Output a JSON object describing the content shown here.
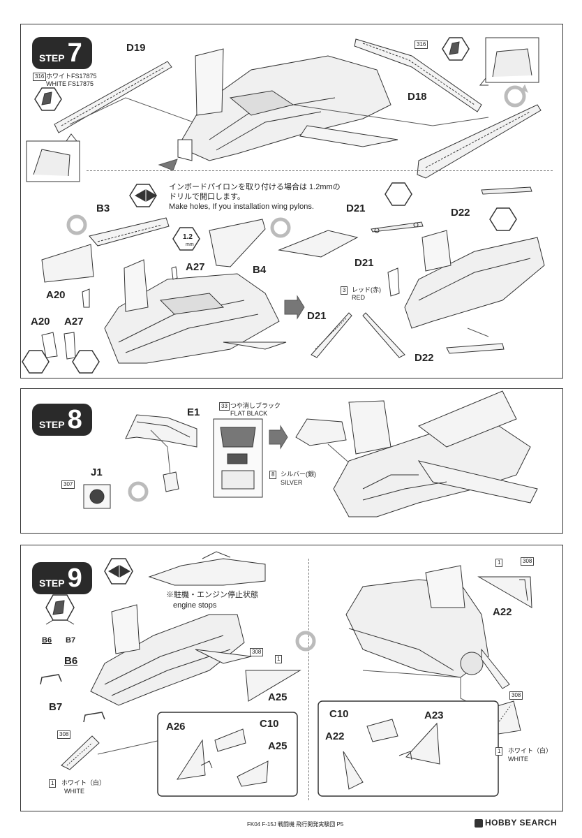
{
  "step7": {
    "badge_word": "STEP",
    "badge_num": "7",
    "labels": {
      "d19": "D19",
      "d18": "D18",
      "b3": "B3",
      "b4": "B4",
      "a27": "A27",
      "a20": "A20",
      "a20b": "A20",
      "a27b": "A27",
      "d21a": "D21",
      "d21b": "D21",
      "d21c": "D21",
      "d22a": "D22",
      "d22b": "D22"
    },
    "color_316_code": "316",
    "color_316_code_b": "316",
    "white_fs_jp": "ホワイトFS17875",
    "white_fs_en": "WHITE FS17875",
    "drill_size": "1.2",
    "drill_unit": "mm",
    "note_jp_1": "インボードパイロンを取り付ける場合は 1.2mmの",
    "note_jp_2": "ドリルで開口します。",
    "note_en": "Make holes, If you installation wing pylons.",
    "red_code": "3",
    "red_jp": "レッド(赤)",
    "red_en": "RED"
  },
  "step8": {
    "badge_word": "STEP",
    "badge_num": "8",
    "labels": {
      "e1": "E1",
      "j1": "J1"
    },
    "code_307": "307",
    "flat_black_code": "33",
    "flat_black_jp": "つや消しブラック",
    "flat_black_en": "FLAT BLACK",
    "silver_code": "8",
    "silver_jp": "シルバー(銀)",
    "silver_en": "SILVER"
  },
  "step9": {
    "badge_word": "STEP",
    "badge_num": "9",
    "engine_note_jp": "※駐機・エンジン停止状態",
    "engine_note_en": "engine stops",
    "labels": {
      "b6": "B6",
      "b7": "B7",
      "b6_small": "B6",
      "b7_small": "B7",
      "a25": "A25",
      "a26": "A26",
      "c10": "C10",
      "a25b": "A25",
      "a22": "A22",
      "c10b": "C10",
      "a23": "A23",
      "a22b": "A22"
    },
    "code_308a": "308",
    "code_1a": "1",
    "code_308b": "308",
    "code_1b": "1",
    "white_jp": "ホワイト（白）",
    "white_en": "WHITE",
    "code_308c": "308",
    "code_1c": "1",
    "code_308d": "308",
    "code_1d": "1",
    "white_jp_b": "ホワイト（白）",
    "white_en_b": "WHITE"
  },
  "footer": {
    "title": "FK04 F-15J 戦闘機 飛行開発実験団 P5",
    "brand": "HOBBY SEARCH"
  }
}
